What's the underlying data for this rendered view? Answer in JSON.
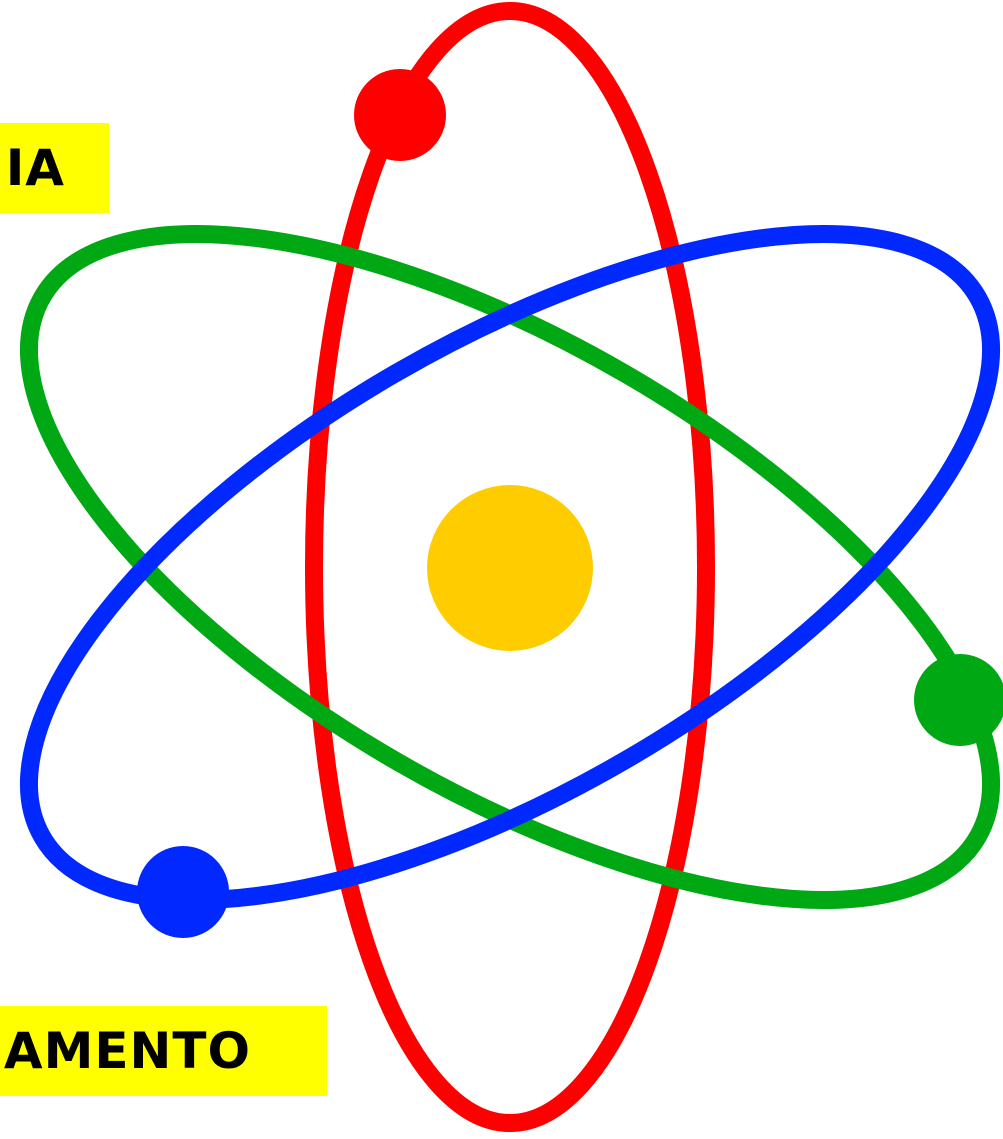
{
  "labels": {
    "top": "IA",
    "bottom": "AMENTO"
  },
  "colors": {
    "background": "#ffffff",
    "label_bg": "#ffff00",
    "label_text": "#000000",
    "orbit_red": "#ff0000",
    "orbit_green": "#00a814",
    "orbit_blue": "#0028ff",
    "nucleus": "#ffcc00"
  },
  "icons": {
    "symbol": "atom-icon",
    "nucleus": "nucleus-dot",
    "electrons": [
      "electron-red",
      "electron-green",
      "electron-blue"
    ]
  }
}
